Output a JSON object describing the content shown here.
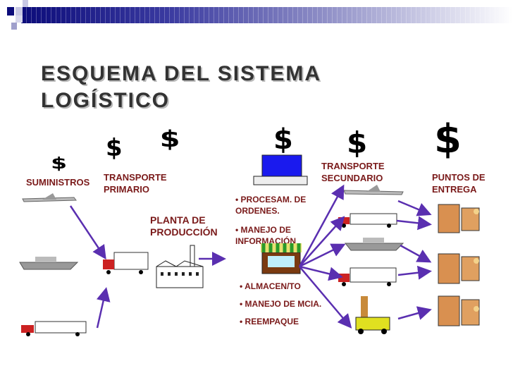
{
  "title": {
    "line1": "ESQUEMA DEL SISTEMA",
    "line2": "LOGÍSTICO"
  },
  "labels": {
    "suministros": "SUMINISTROS",
    "transporte_primario_1": "TRANSPORTE",
    "transporte_primario_2": "PRIMARIO",
    "planta_1": "PLANTA DE",
    "planta_2": "PRODUCCIÓN",
    "transporte_secundario_1": "TRANSPORTE",
    "transporte_secundario_2": "SECUNDARIO",
    "puntos_1": "PUNTOS DE",
    "puntos_2": "ENTREGA"
  },
  "bullets_top": [
    "PROCESAM. DE\nORDENES.",
    "MANEJO DE\nINFORMACIÓN"
  ],
  "bullets_bottom": [
    "ALMACEN/TO",
    "MANEJO DE MCIA.",
    "REEMPAQUE"
  ],
  "dollar_sign": "$",
  "colors": {
    "text": "#7a1a1a",
    "arrow": "#5a2fb0",
    "bar": "#1a1a88"
  }
}
